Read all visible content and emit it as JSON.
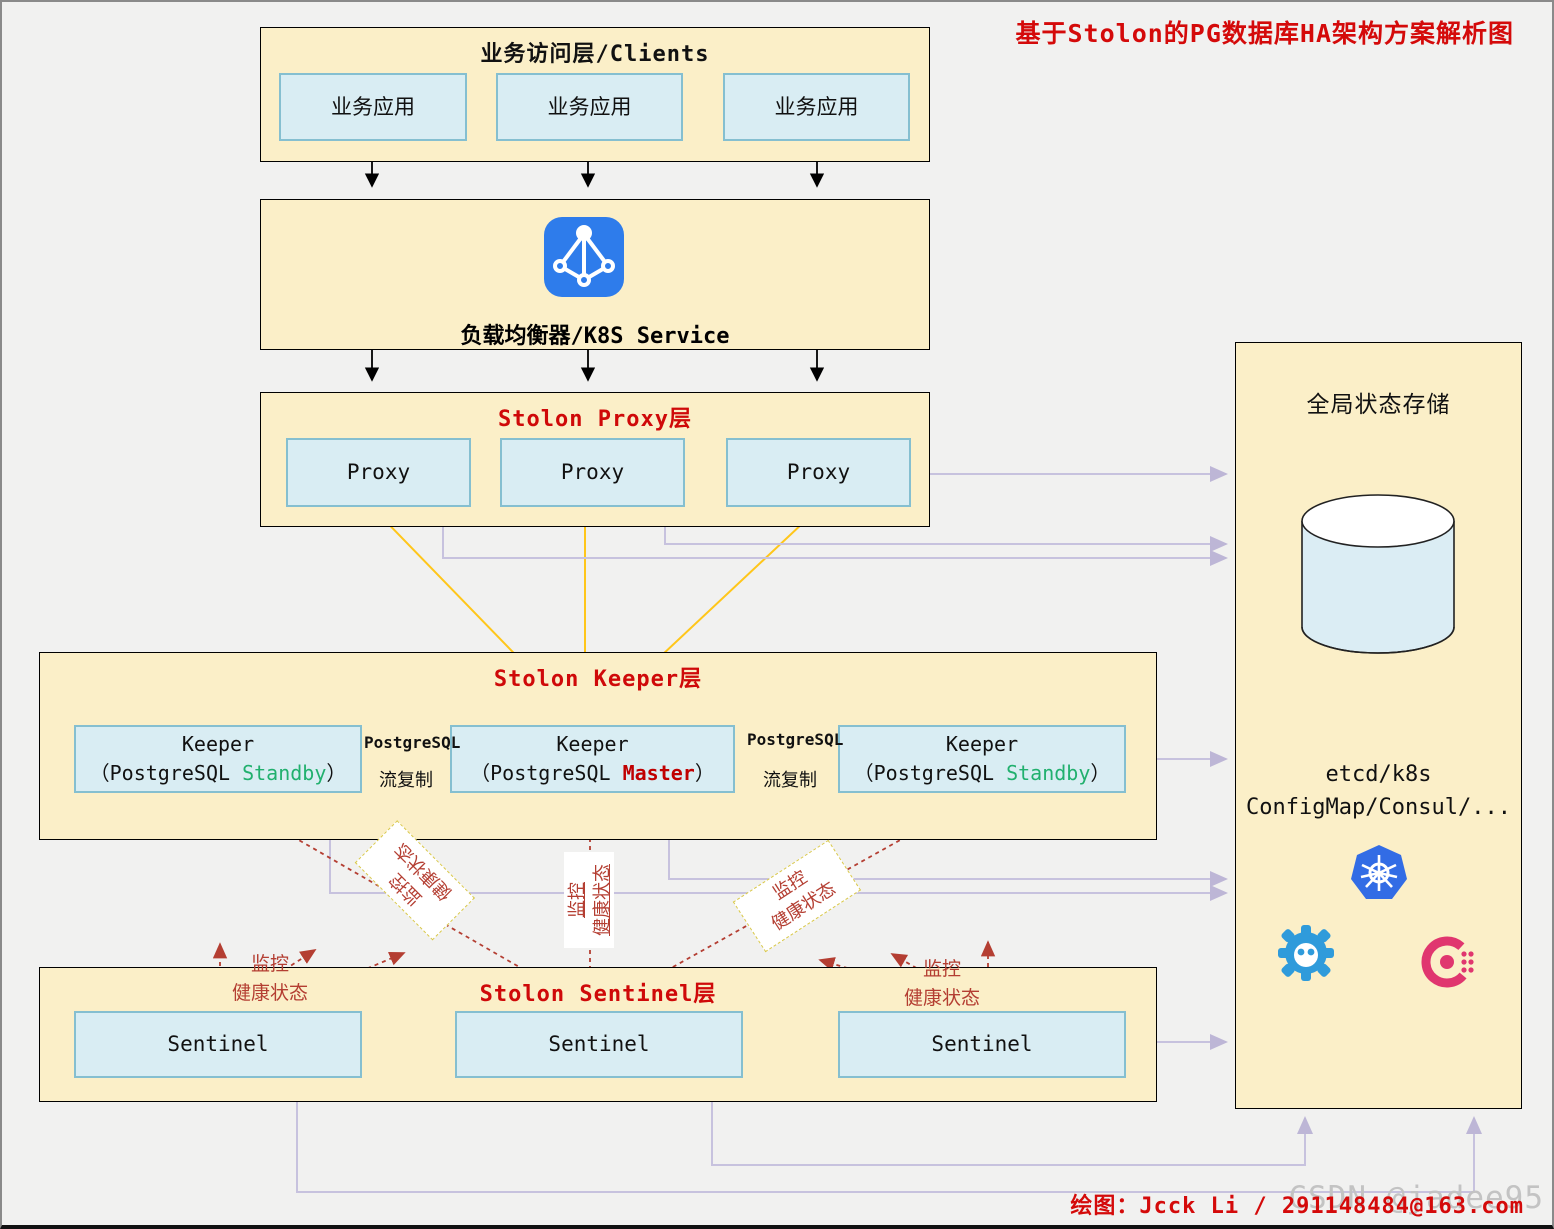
{
  "title": "基于Stolon的PG数据库HA架构方案解析图",
  "credit": "绘图：Jcck Li / 291148484@163.com",
  "watermark": "CSDN @jadee95",
  "layers": {
    "clients": {
      "title": "业务访问层/Clients",
      "boxes": [
        "业务应用",
        "业务应用",
        "业务应用"
      ]
    },
    "lb": {
      "label": "负载均衡器/K8S Service",
      "icon": "load-balancer-icon"
    },
    "proxy": {
      "title": "Stolon Proxy层",
      "boxes": [
        "Proxy",
        "Proxy",
        "Proxy"
      ]
    },
    "keeper": {
      "title": "Stolon Keeper层",
      "boxes": [
        {
          "line1": "Keeper",
          "pre": "（PostgreSQL ",
          "role": "Standby",
          "post": "）",
          "role_style": "color:#21b06e"
        },
        {
          "line1": "Keeper",
          "pre": "（PostgreSQL ",
          "role": "Master",
          "post": "）",
          "role_style": "color:#c00000;font-weight:bold"
        },
        {
          "line1": "Keeper",
          "pre": "（PostgreSQL ",
          "role": "Standby",
          "post": "）",
          "role_style": "color:#21b06e"
        }
      ],
      "replication_left": {
        "line1": "PostgreSQL",
        "line2": "流复制"
      },
      "replication_right": {
        "line1": "PostgreSQL",
        "line2": "流复制"
      }
    },
    "sentinel": {
      "title": "Stolon Sentinel层",
      "boxes": [
        "Sentinel",
        "Sentinel",
        "Sentinel"
      ]
    },
    "store": {
      "title": "全局状态存储",
      "backends_line1": "etcd/k8s",
      "backends_line2": "ConfigMap/Consul/...",
      "icons": [
        "database-cylinder",
        "kubernetes-logo",
        "etcd-logo",
        "consul-logo"
      ]
    }
  },
  "monitor_labels": {
    "left_plain": {
      "line1": "监控",
      "line2": "健康状态"
    },
    "right_plain": {
      "line1": "监控",
      "line2": "健康状态"
    },
    "diag_left": {
      "line1": "监控",
      "line2": "健康状态"
    },
    "vertical": {
      "line1": "监控",
      "line2": "健康状态"
    },
    "diag_right": {
      "line1": "监控",
      "line2": "健康状态"
    }
  },
  "colors": {
    "accent_red": "#cf0909",
    "layer_fill": "#fbefc8",
    "node_fill": "#d9edf3",
    "node_border": "#85bfd0",
    "gold_arrow": "#ffc61a",
    "blue_arrow": "#1f6fc4",
    "lavender_arrow": "#c7c2de",
    "red_dashed": "#b43e32",
    "standby_green": "#21b06e",
    "master_red": "#c00000",
    "lb_blue": "#2e7ceb",
    "k8s_blue": "#326ce5",
    "etcd_blue": "#2f9bdb",
    "consul_pink": "#e0366f"
  }
}
